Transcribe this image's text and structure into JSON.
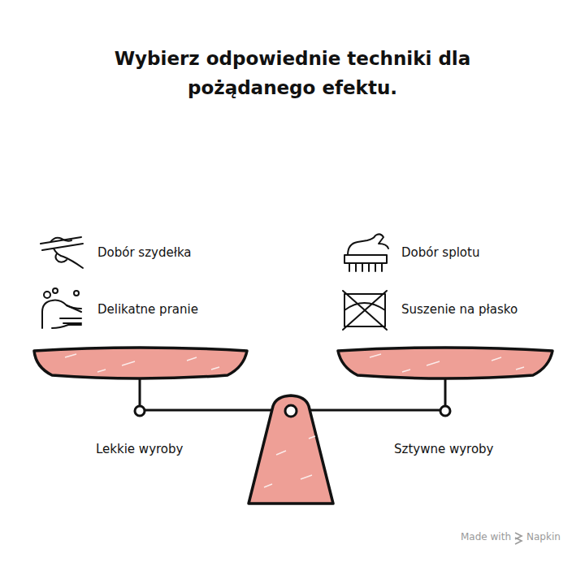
{
  "diagram": {
    "title": "Wybierz odpowiednie techniki dla pożądanego efektu.",
    "labels": [
      "Dobór szydełka",
      "Dobór splotu",
      "Delikatne pranie",
      "Suszenie na płasko",
      "Lekkie wyroby",
      "Sztywne wyroby",
      "Made with",
      "Napkin"
    ]
  }
}
